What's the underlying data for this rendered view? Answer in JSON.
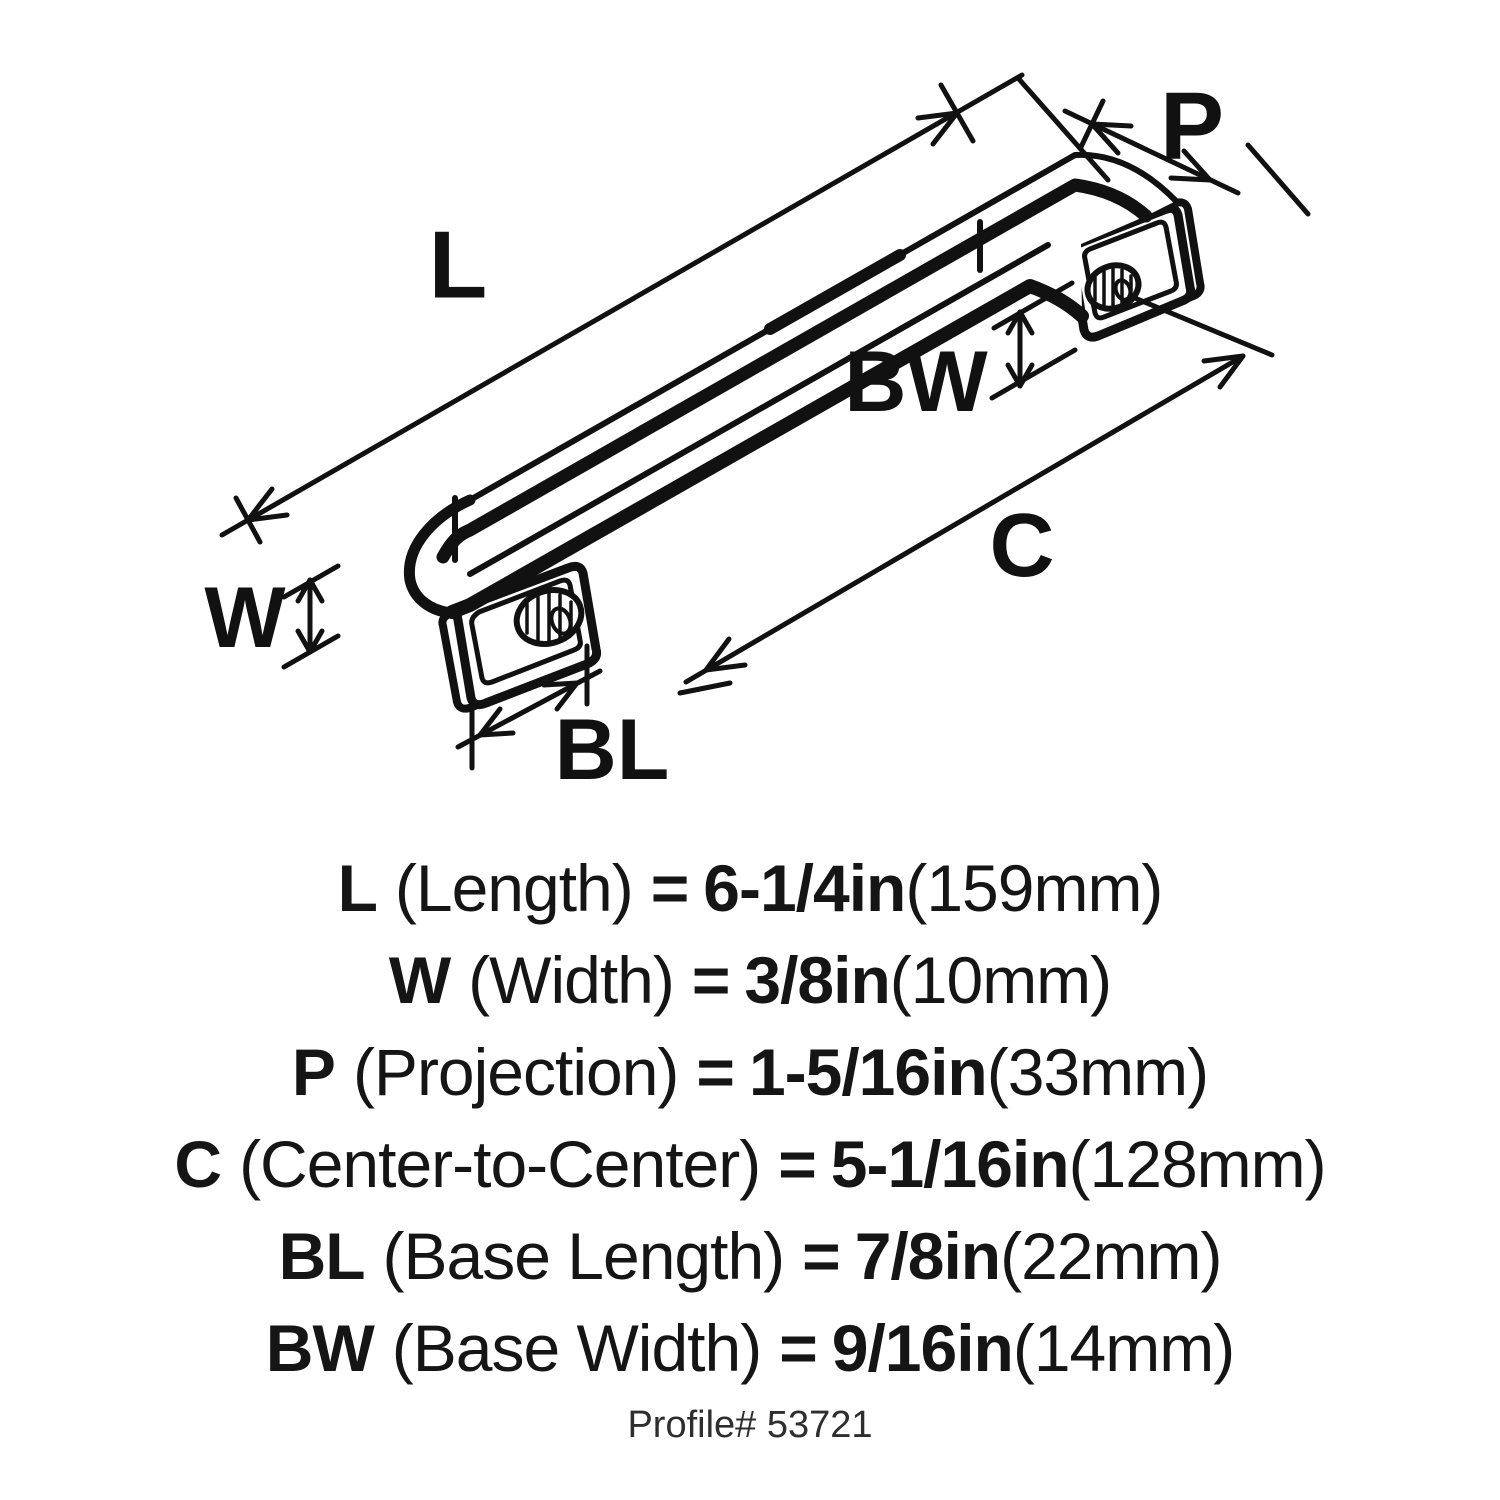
{
  "diagram": {
    "labels": {
      "length": "L",
      "projection": "P",
      "base_width": "BW",
      "center_to_center": "C",
      "width": "W",
      "base_length": "BL"
    },
    "ink_color": "#111111"
  },
  "specs": {
    "rows": [
      {
        "letter": "L",
        "name": "(Length)",
        "equals": "=",
        "value": "6-1/4in",
        "metric": "(159mm)"
      },
      {
        "letter": "W",
        "name": "(Width)",
        "equals": "=",
        "value": "3/8in",
        "metric": "(10mm)"
      },
      {
        "letter": "P",
        "name": "(Projection)",
        "equals": "=",
        "value": "1-5/16in",
        "metric": "(33mm)"
      },
      {
        "letter": "C",
        "name": "(Center-to-Center)",
        "equals": "=",
        "value": "5-1/16in",
        "metric": "(128mm)"
      },
      {
        "letter": "BL",
        "name": "(Base Length)",
        "equals": "=",
        "value": "7/8in",
        "metric": "(22mm)"
      },
      {
        "letter": "BW",
        "name": "(Base Width)",
        "equals": "=",
        "value": "9/16in",
        "metric": "(14mm)"
      }
    ],
    "profile": "Profile# 53721"
  }
}
